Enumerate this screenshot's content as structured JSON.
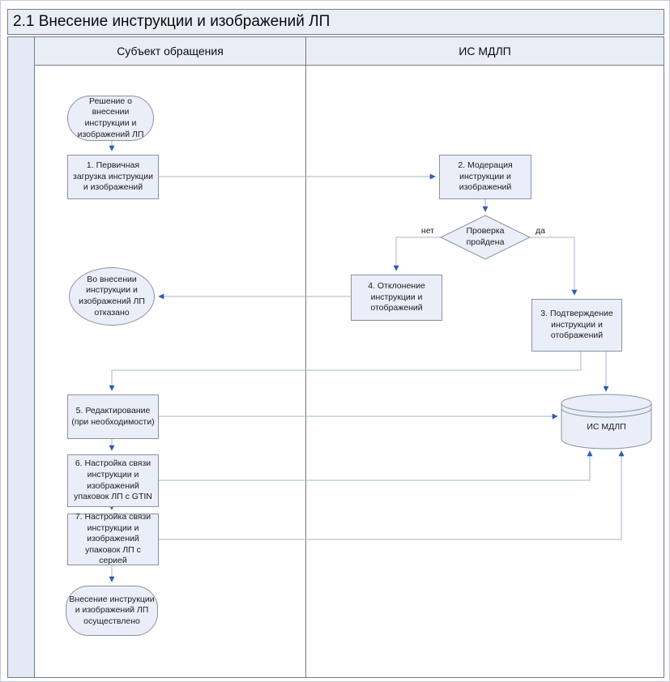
{
  "title": "2.1 Внесение инструкции и изображений ЛП",
  "lanes": [
    {
      "label": "Субъект обращения"
    },
    {
      "label": "ИС МДЛП"
    }
  ],
  "nodes": {
    "start": "Решение о внесении инструкции и изображений ЛП",
    "step1": "1. Первичная загрузка инструкции и изображений",
    "step2": "2. Модерация инструкции и изображений",
    "decision": "Проверка пройдена",
    "decision_no": "нет",
    "decision_yes": "да",
    "step4": "4. Отклонение инструкции и отображений",
    "rejected": "Во внесении инструкции и изображений ЛП отказано",
    "step3": "3. Подтверждение инструкции и отображений",
    "step5": "5. Редактирование (при необходимости)",
    "step6": "6. Настройка связи инструкции и изображений упаковок ЛП с GTIN",
    "step7": "7. Настройка связи инструкции и изображений упаковок ЛП с серией",
    "database": "ИС МДЛП",
    "end": "Внесение инструкции и изображений ЛП осуществлено"
  },
  "colors": {
    "shape_fill": "#e9eef8",
    "shape_border": "#8a92a0",
    "header_fill": "#e9edf6",
    "frame_border": "#757b87",
    "connector": "#a9b6c8",
    "arrowhead_accent": "#2e5cb8"
  }
}
